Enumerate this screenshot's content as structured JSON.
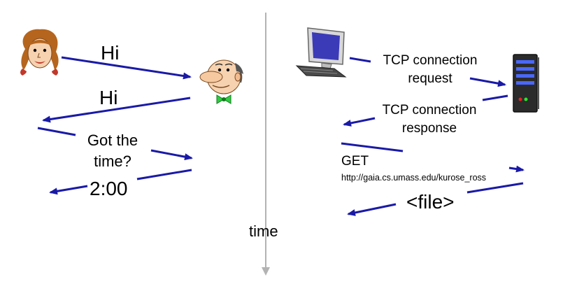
{
  "human_protocol": {
    "msg1": "Hi",
    "msg2": "Hi",
    "msg3": "Got the time?",
    "msg4": "2:00"
  },
  "network_protocol": {
    "msg1": "TCP connection request",
    "msg2": "TCP connection response",
    "msg3_method": "GET",
    "msg3_url": "http://gaia.cs.umass.edu/kurose_ross",
    "msg4": "<file>"
  },
  "time_label": "time",
  "colors": {
    "arrow": "#1a1aa6",
    "timeline": "#b3b3b3"
  },
  "icons": [
    "woman-face-icon",
    "man-face-icon",
    "desktop-computer-icon",
    "server-icon"
  ]
}
